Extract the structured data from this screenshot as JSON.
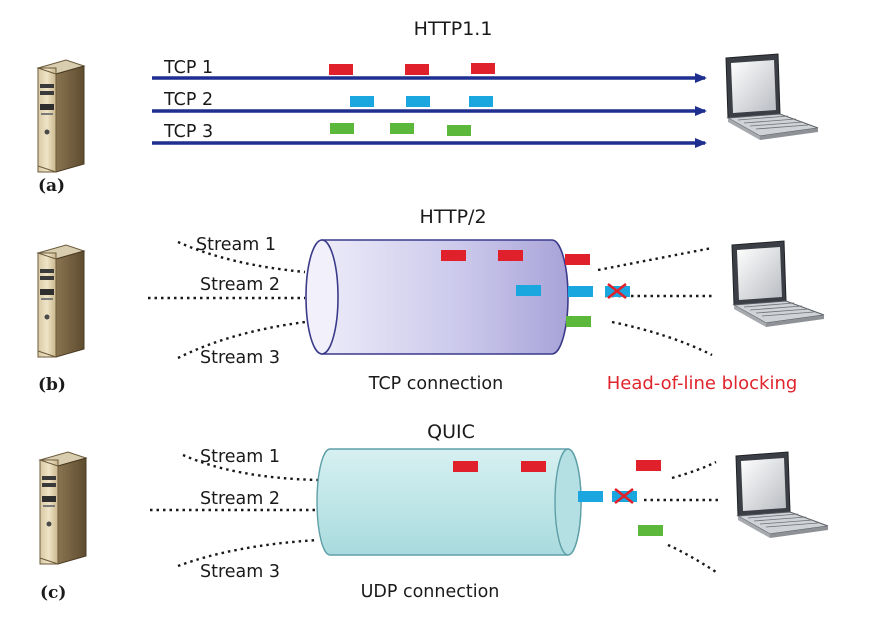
{
  "colors": {
    "arrow": "#1f2f8f",
    "packet_red": "#e0202a",
    "packet_blue": "#1aa7e0",
    "packet_green": "#5bb83a",
    "hol_text": "#e0242c",
    "tcp_pipe": "#c9c6ea",
    "udp_pipe": "#bfe6e8"
  },
  "panel_a": {
    "letter": "(a)",
    "title": "HTTP1.1",
    "connections": [
      {
        "label": "TCP 1",
        "packet_color": "red"
      },
      {
        "label": "TCP 2",
        "packet_color": "blue"
      },
      {
        "label": "TCP 3",
        "packet_color": "green"
      }
    ]
  },
  "panel_b": {
    "letter": "(b)",
    "title": "HTTP/2",
    "streams": [
      "Stream 1",
      "Stream 2",
      "Stream 3"
    ],
    "pipe_label": "TCP connection",
    "blocking_label": "Head-of-line blocking"
  },
  "panel_c": {
    "letter": "(c)",
    "title": "QUIC",
    "streams": [
      "Stream 1",
      "Stream 2",
      "Stream 3"
    ],
    "pipe_label": "UDP connection"
  },
  "icons": {
    "server": "server-icon",
    "laptop": "laptop-icon",
    "lost_packet": "red-x-icon"
  }
}
